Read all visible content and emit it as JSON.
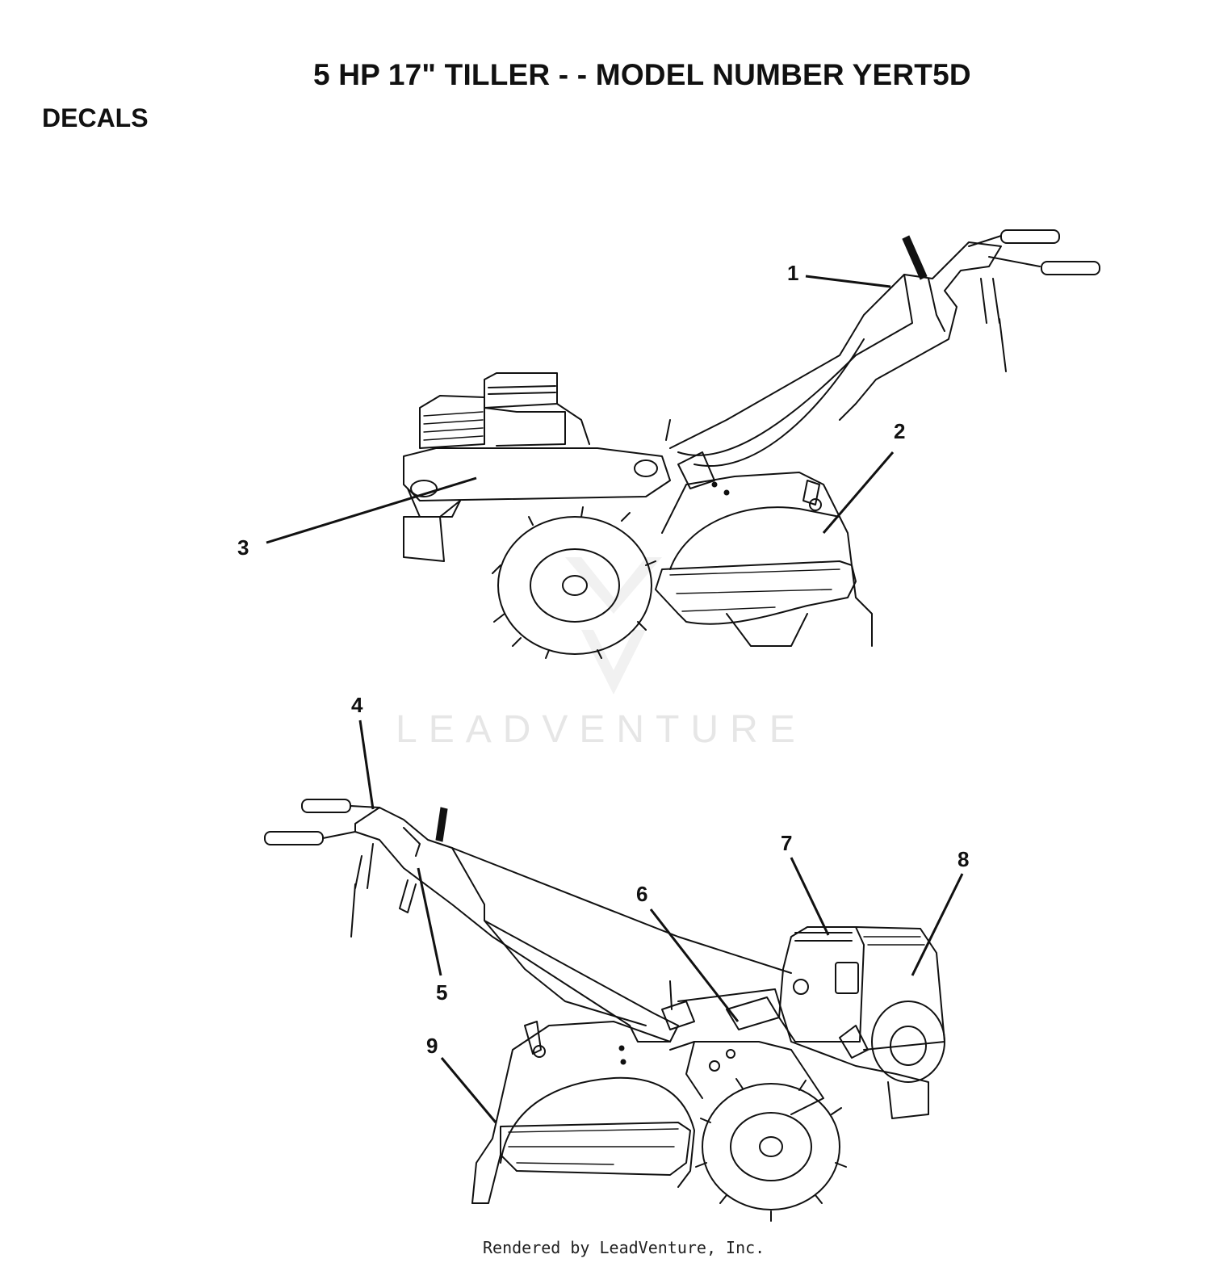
{
  "header": {
    "title": "5 HP 17\" TILLER - - MODEL NUMBER YERT5D",
    "section": "DECALS"
  },
  "callouts": [
    "1",
    "2",
    "3",
    "4",
    "5",
    "6",
    "7",
    "8",
    "9"
  ],
  "watermark": {
    "text": "LEADVENTURE"
  },
  "footer": {
    "credit": "Rendered by LeadVenture, Inc."
  }
}
